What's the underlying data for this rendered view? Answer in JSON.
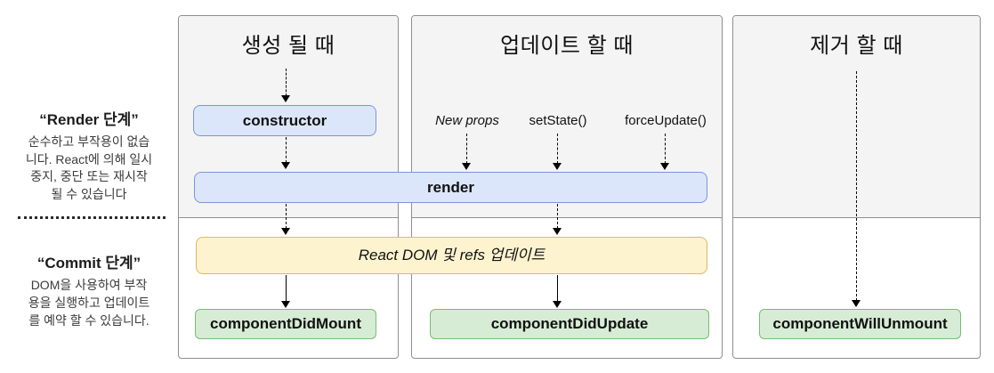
{
  "sidebar": {
    "render_phase": {
      "title": "“Render 단계”",
      "lines": [
        "순수하고 부작용이 없습",
        "니다. React에 의해 일시",
        "중지, 중단 또는 재시작",
        "될 수 있습니다"
      ]
    },
    "commit_phase": {
      "title": "“Commit 단계”",
      "lines": [
        "DOM을 사용하여 부작",
        "용을 실행하고 업데이트",
        "를 예약 할 수 있습니다."
      ]
    }
  },
  "columns": [
    {
      "title": "생성 될 때"
    },
    {
      "title": "업데이트 할 때",
      "triggers": [
        "New props",
        "setState()",
        "forceUpdate()"
      ]
    },
    {
      "title": "제거 할 때"
    }
  ],
  "nodes": {
    "constructor": "constructor",
    "render": "render",
    "dom_update": "React DOM 및 refs 업데이트",
    "did_mount": "componentDidMount",
    "did_update": "componentDidUpdate",
    "will_unmount": "componentWillUnmount"
  },
  "colors": {
    "blue_fill": "#dbe6fa",
    "blue_border": "#7b96d6",
    "yellow_fill": "#fdf3cf",
    "yellow_border": "#d8ba5e",
    "green_fill": "#d7ecd5",
    "green_border": "#77bd72",
    "phase_top_bg": "#f4f4f4",
    "panel_border": "#8f8f8f"
  }
}
